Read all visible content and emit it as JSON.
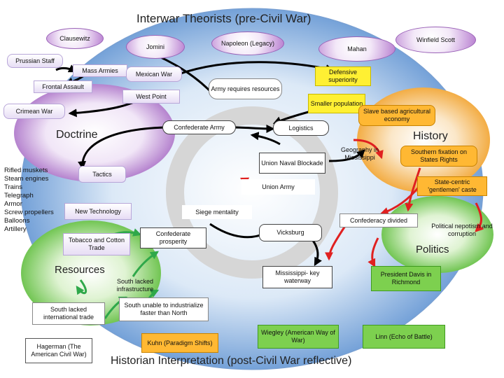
{
  "title": "Interwar Theorists (pre-Civil War)",
  "bottom_title": "Historian Interpretation (post-Civil War reflective)",
  "regions": {
    "doctrine": "Doctrine",
    "history": "History",
    "politics": "Politics",
    "resources": "Resources"
  },
  "nodes": {
    "clausewitz": "Clausewitz",
    "jomini": "Jomini",
    "napoleon": "Napoleon (Legacy)",
    "mahan": "Mahan",
    "winfield_scott": "Winfield Scott",
    "prussian_staff": "Prussian Staff",
    "mass_armies": "Mass Armies",
    "mexican_war": "Mexican War",
    "defensive_superiority": "Defensive superiority",
    "frontal_assault": "Frontal Assault",
    "army_requires_resources": "Army requires resources",
    "west_point": "West Point",
    "smaller_population": "Smaller population",
    "crimean_war": "Crimean War",
    "slave_economy": "Slave based agricultural economy",
    "confederate_army": "Confederate Army",
    "logistics": "Logistics",
    "geography": "Geography in Mississippi",
    "southern_fixation": "Southern fixation on States Rights",
    "union_naval_blockade": "Union Naval Blockade",
    "tactics": "Tactics",
    "state_centric": "State-centric 'gentlemen' caste",
    "union_army": "Union Army",
    "new_technology": "New Technology",
    "siege_mentality": "Siege mentality",
    "confederacy_divided": "Confederacy divided",
    "political_nepotism": "Political nepotism and corruption",
    "tobacco_cotton": "Tobacco and Cotton Trade",
    "confederate_prosperity": "Confederate prosperity",
    "vicksburg": "Vicksburg",
    "south_lacked_infrastructure": "South lacked infrastructure",
    "mississippi_waterway": "Mississippi- key waterway",
    "president_davis": "President Davis in Richmond",
    "south_lacked_trade": "South lacked international trade",
    "south_unable_industrialize": "South unable to industrialize faster than North",
    "hagerman": "Hagerman (The American Civil War)",
    "kuhn": "Kuhn (Paradigm Shifts)",
    "wiegley": "Wiegley (American Way of War)",
    "linn": "Linn (Echo of Battle)"
  },
  "technology_list": [
    "Rifled muskets",
    "Steam engines",
    "Trains",
    "Telegraph",
    "Armor",
    "Screw propellers",
    "Balloons",
    "Artillery"
  ],
  "colors": {
    "purple": "#b67ccf",
    "yellow": "#fff033",
    "orange": "#ffb833",
    "green": "#7dd04f",
    "red_arrow": "#e02020",
    "green_arrow": "#2fa84a",
    "black_arrow": "#000000"
  }
}
